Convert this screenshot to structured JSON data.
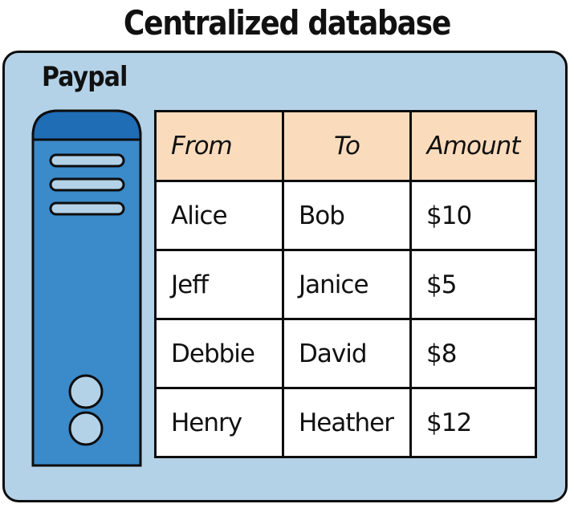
{
  "title": "Centralized database",
  "organization": "Paypal",
  "colors": {
    "panel_fill": "#b4d2e7",
    "server_body": "#3b8ac9",
    "server_top": "#1f6db5",
    "header_fill": "#fadcbc",
    "outline": "#0d0d0d"
  },
  "icons": {
    "server": "server-icon"
  },
  "ledger": {
    "headers": {
      "from": "From",
      "to": "To",
      "amount": "Amount"
    },
    "rows": [
      {
        "from": "Alice",
        "to": "Bob",
        "amount": "$10"
      },
      {
        "from": "Jeff",
        "to": "Janice",
        "amount": "$5"
      },
      {
        "from": "Debbie",
        "to": "David",
        "amount": "$8"
      },
      {
        "from": "Henry",
        "to": "Heather",
        "amount": "$12"
      }
    ]
  }
}
